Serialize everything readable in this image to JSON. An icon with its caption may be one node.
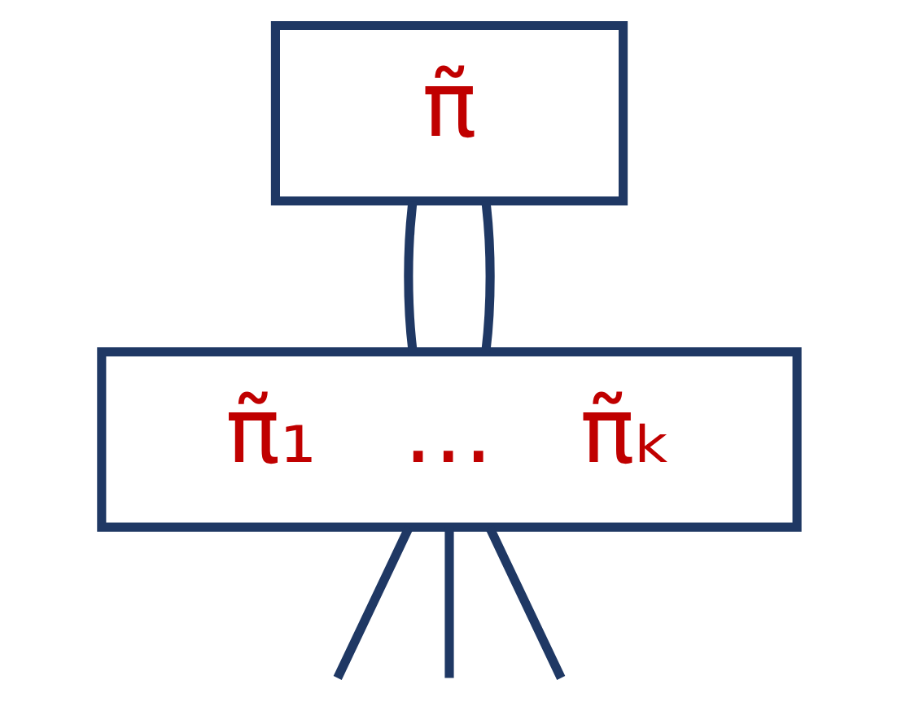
{
  "diagram": {
    "nodes": [
      {
        "text": [
          "π̃"
        ]
      },
      {
        "text": [
          "π̃₁   …   π̃ₖ"
        ]
      }
    ],
    "edges": [
      {
        "from": 0,
        "to": 1,
        "arrow": "none"
      },
      {
        "from": 0,
        "to": 1,
        "arrow": "none"
      },
      {
        "from": 1,
        "to": null,
        "arrow": "none"
      },
      {
        "from": 1,
        "to": null,
        "arrow": "none"
      },
      {
        "from": 1,
        "to": null,
        "arrow": "none"
      }
    ]
  }
}
